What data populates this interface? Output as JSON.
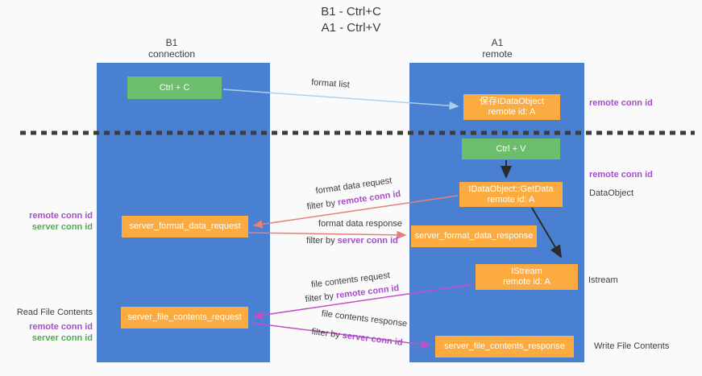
{
  "title": {
    "line1": "B1 - Ctrl+C",
    "line2": "A1 - Ctrl+V"
  },
  "lanes": {
    "b1": {
      "title": "B1",
      "subtitle": "connection"
    },
    "a1": {
      "title": "A1",
      "subtitle": "remote"
    }
  },
  "nodes": {
    "ctrl_c": {
      "label": "Ctrl + C"
    },
    "ctrl_v": {
      "label": "Ctrl + V"
    },
    "save_dataobject": {
      "line1": "保存IDataObject",
      "line2": "remote id: A"
    },
    "getdata": {
      "line1": "IDataObject::GetData",
      "line2": "remote id: A"
    },
    "istream": {
      "line1": "IStream",
      "line2": "remote id: A"
    },
    "server_format_data_request": {
      "label": "server_format_data_request"
    },
    "server_format_data_response": {
      "label": "server_format_data_response"
    },
    "server_file_contents_request": {
      "label": "server_file_contents_request"
    },
    "server_file_contents_response": {
      "label": "server_file_contents_response"
    }
  },
  "edge_labels": {
    "format_list": "format list",
    "format_data_request": "format data request",
    "format_data_request_filter_prefix": "filter by ",
    "format_data_request_filter_key": "remote conn id",
    "format_data_response": "format data response",
    "format_data_response_filter_prefix": "filter by ",
    "format_data_response_filter_key": "server conn id",
    "file_contents_request": "file contents request",
    "file_contents_request_filter_prefix": "filter by ",
    "file_contents_request_filter_key": "remote conn id",
    "file_contents_response": "file contents response",
    "file_contents_response_filter_prefix": "filter by ",
    "file_contents_response_filter_key": "server conn id"
  },
  "side_labels": {
    "right_top_remote_conn_id": "remote conn id",
    "right_mid_remote_conn_id": "remote conn id",
    "right_dataobject": "DataObject",
    "right_istream": "Istream",
    "right_write_file_contents": "Write File Contents",
    "left_format_remote_conn_id": "remote conn id",
    "left_format_server_conn_id": "server conn id",
    "left_read_file_contents": "Read File Contents",
    "left_file_remote_conn_id": "remote conn id",
    "left_file_server_conn_id": "server conn id"
  },
  "colors": {
    "lane_blue": "#4a80d2",
    "box_orange": "#fbab40",
    "box_green": "#6cbd6c",
    "label_purple": "#a64dc8",
    "label_green": "#53ab53",
    "arrow_salmon": "#e4807b",
    "arrow_magenta": "#c44fc4",
    "arrow_lightblue": "#a9d1ec",
    "arrow_black": "#2b2b2b",
    "dashed_line": "#3c3c3c",
    "text_dark": "#3d3d3d",
    "background": "#fafafa"
  }
}
